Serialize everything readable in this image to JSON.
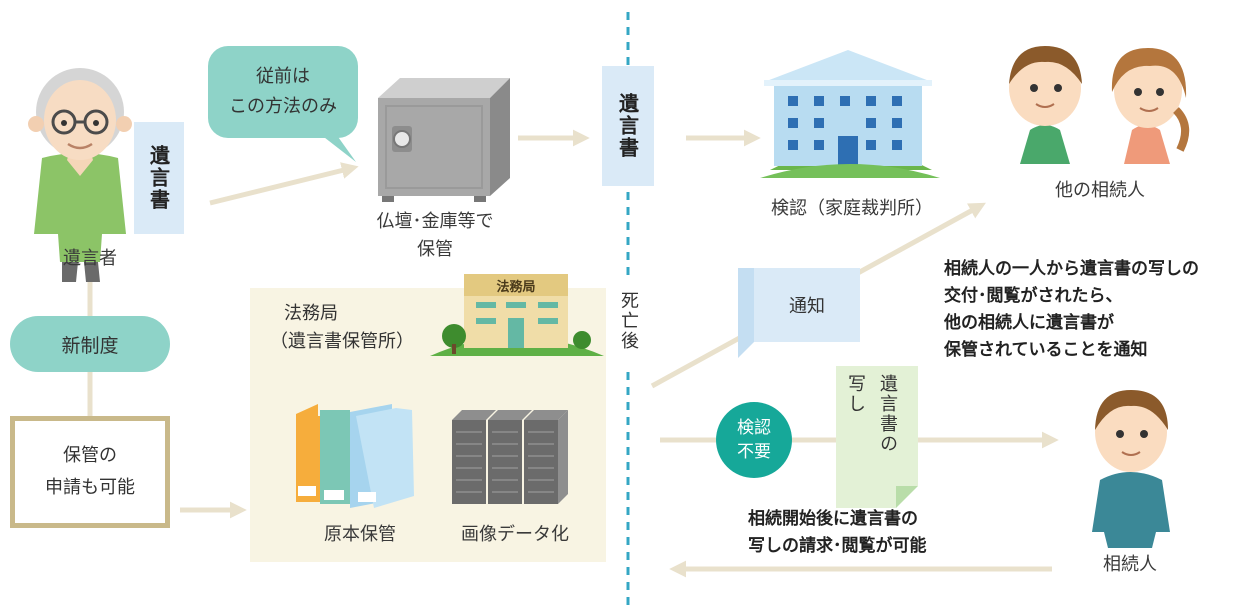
{
  "testator": {
    "label": "遺言者",
    "doc_tag": "遺言書"
  },
  "old_method": {
    "bubble": [
      "従前は",
      "この方法のみ"
    ],
    "safe_label": [
      "仏壇･金庫等で",
      "保管"
    ]
  },
  "center_doc_tag": "遺言書",
  "divider_label": "死亡後",
  "probate": {
    "label": "検認（家庭裁判所）"
  },
  "other_heirs": {
    "label": "他の相続人"
  },
  "notice": {
    "envelope": "通知",
    "text": [
      "相続人の一人から遺言書の写しの",
      "交付･閲覧がされたら、",
      "他の相続人に遺言書が",
      "保管されていることを通知"
    ]
  },
  "new_system": {
    "pill": "新制度",
    "apply_box": [
      "保管の",
      "申請も可能"
    ],
    "office_label": [
      "法務局",
      "（遺言書保管所）"
    ],
    "building_sign": "法務局",
    "original_label": "原本保管",
    "image_label": "画像データ化"
  },
  "no_probate_badge": [
    "検認",
    "不要"
  ],
  "copy_doc": [
    "遺言書の",
    "写し"
  ],
  "request_text": [
    "相続開始後に遺言書の",
    "写しの請求･閲覧が可能"
  ],
  "heir": {
    "label": "相続人"
  },
  "colors": {
    "teal": "#8ed3c8",
    "arrow": "#e9e1cc",
    "divider": "#34a7c4",
    "badge": "#16a899",
    "tag": "#daeaf7",
    "panel": "#f8f4e3",
    "frame": "#c9b98a"
  }
}
